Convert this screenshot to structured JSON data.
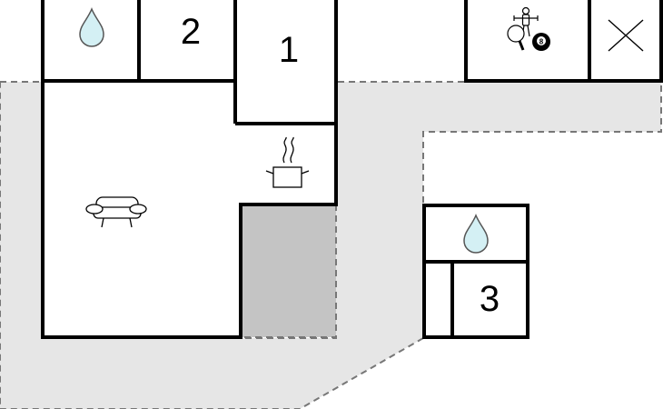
{
  "colors": {
    "background": "#ffffff",
    "terrace": "#e6e6e6",
    "terrace_border": "#777777",
    "covered_area": "#c4c4c4",
    "wall": "#000000",
    "water": "#d4f0f4"
  },
  "rooms": {
    "bedroom_2": {
      "label": "2"
    },
    "bedroom_1": {
      "label": "1"
    },
    "bedroom_3": {
      "label": "3"
    }
  },
  "game_icon": {
    "ball_number": "8"
  },
  "icons": [
    "water-drop-icon",
    "sofa-icon",
    "cooking-pot-icon",
    "foosball-icon",
    "ping-pong-icon",
    "billiard-ball-icon",
    "cross-icon"
  ]
}
